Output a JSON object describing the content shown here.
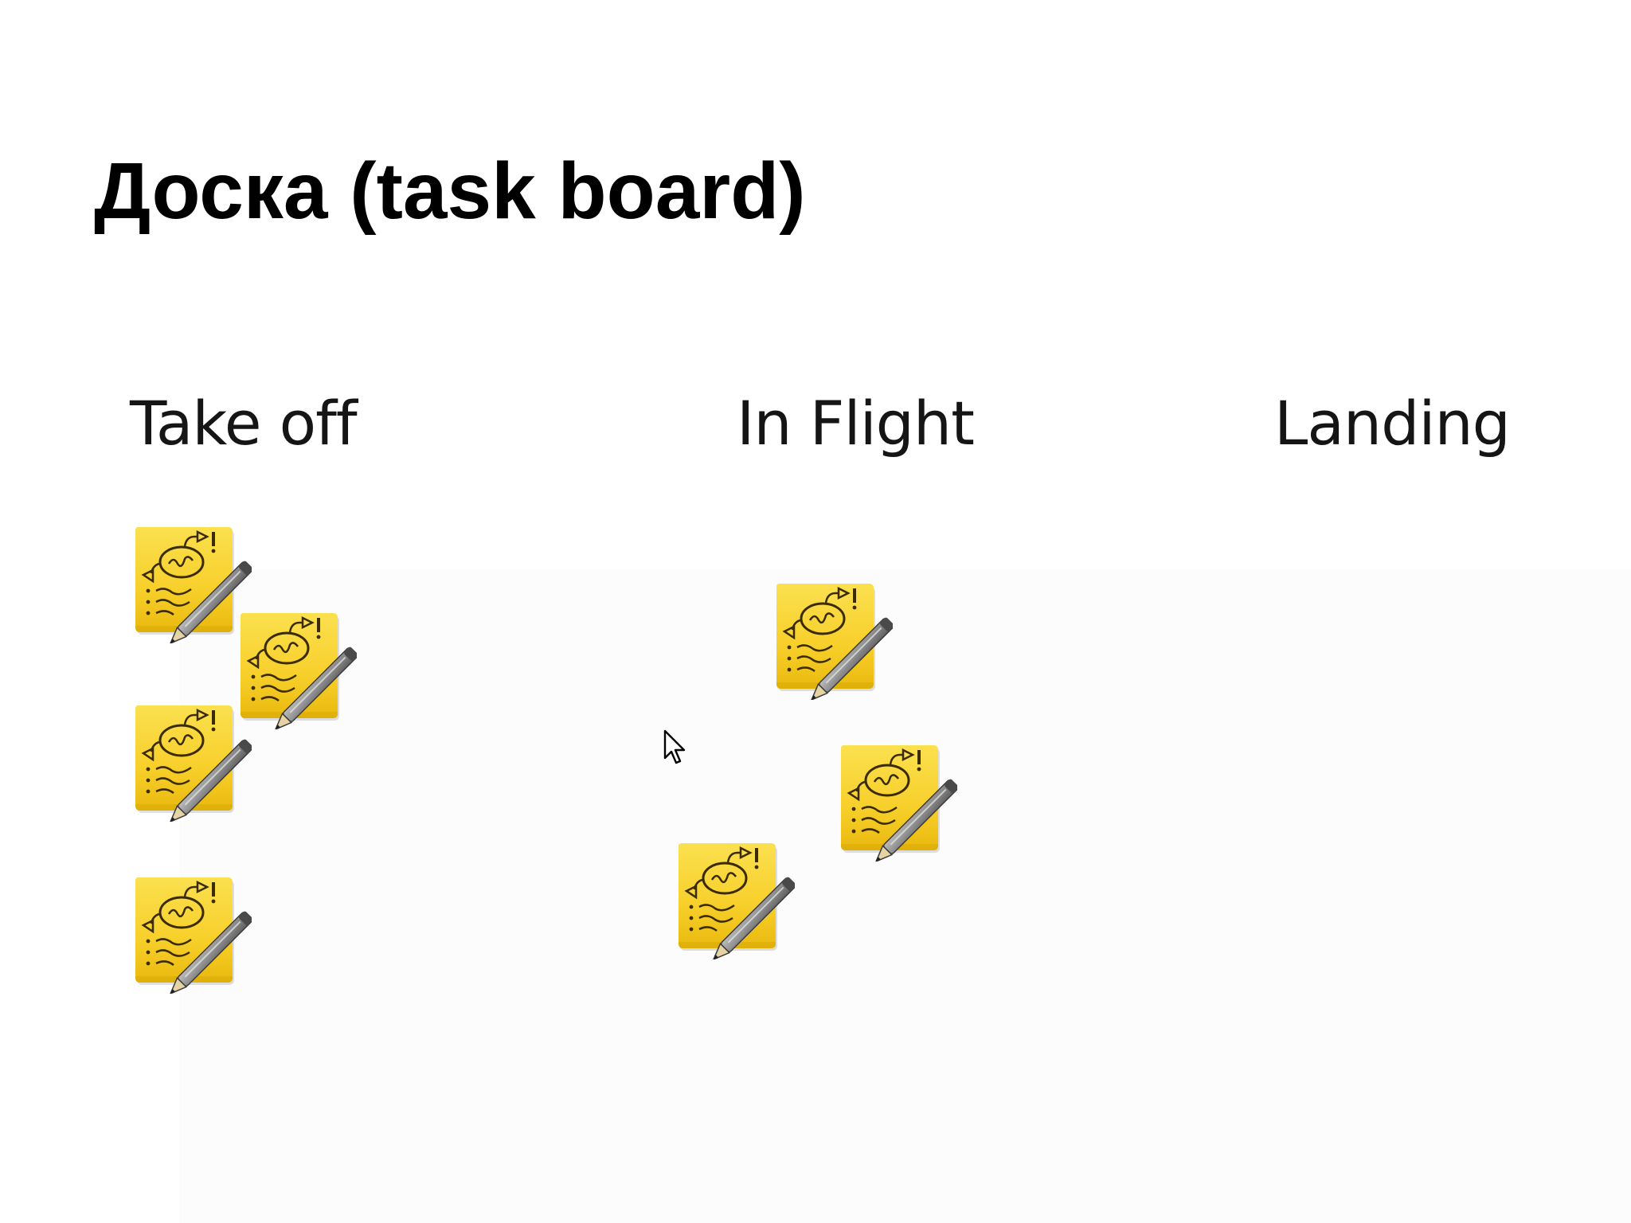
{
  "slide": {
    "title": "Доска (task board)"
  },
  "board": {
    "columns": [
      {
        "label": "Take off",
        "task_count": 4
      },
      {
        "label": "In Flight",
        "task_count": 3
      },
      {
        "label": "Landing",
        "task_count": 0
      }
    ]
  },
  "icons": {
    "task_card": "sticky-note-with-pencil-icon",
    "pointer": "mouse-cursor-icon"
  },
  "colors": {
    "title": "#000000",
    "column_label": "#151515",
    "note_yellow": "#F7CF2A",
    "note_shadow": "#C9A000",
    "background": "#FFFFFF"
  }
}
